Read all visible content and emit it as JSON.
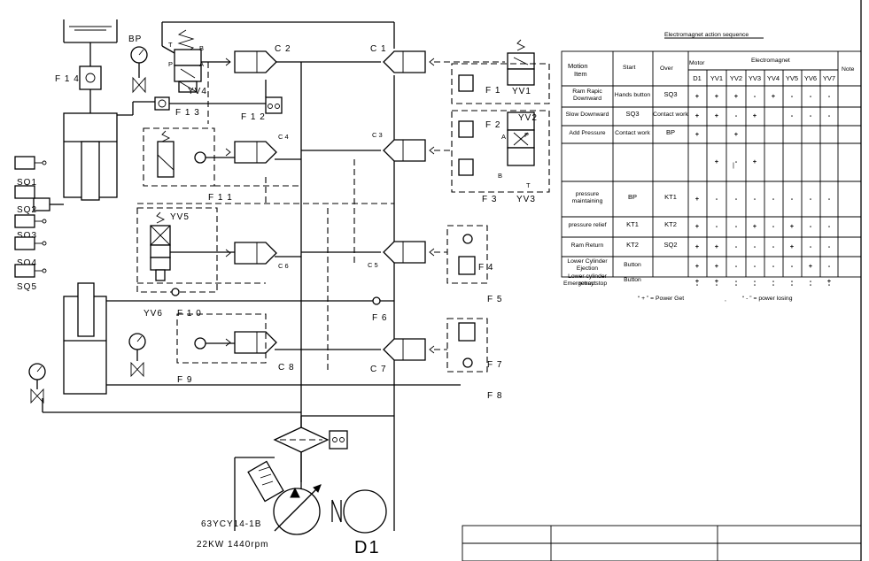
{
  "labels": {
    "F14": "F 1 4",
    "BP_gauge": "BP",
    "YV4": "YV4",
    "F13": "F 1 3",
    "F12": "F 1 2",
    "C2": "C 2",
    "C1": "C 1",
    "C4": "C 4",
    "C3": "C 3",
    "F11": "F 1 1",
    "YV5": "YV5",
    "C6": "C 6",
    "C5": "C 5",
    "YV6": "YV6",
    "F10": "F 1 0",
    "F6": "F 6",
    "C8": "C 8",
    "C7": "C 7",
    "F9": "F 9",
    "F1": "F 1",
    "YV1": "YV1",
    "F2": "F 2",
    "YV2": "YV2",
    "F3": "F 3",
    "YV3": "YV3",
    "F4": "F 4",
    "F5": "F 5",
    "F7": "F 7",
    "F8": "F 8",
    "SQ1": "SQ1",
    "SQ2": "SQ2",
    "SQ3": "SQ3",
    "SQ4": "SQ4",
    "SQ5": "SQ5",
    "port_T": "T",
    "port_B": "B",
    "port_P": "P",
    "port_A": "A",
    "pump_model": "63YCY14-1B",
    "motor_spec": "22KW  1440rpm",
    "motor": "D1"
  },
  "table": {
    "title": "Electromagnet action sequence",
    "head_motion": "Motion",
    "head_item": "Item",
    "head_start": "Start",
    "head_over": "Over",
    "head_motor": "Motor",
    "head_em": "Electromagnet",
    "head_note": "Note",
    "sub_cols": [
      "D1",
      "YV1",
      "YV2",
      "YV3",
      "YV4",
      "YV5",
      "YV6",
      "YV7"
    ],
    "rows": [
      {
        "item": "Ram Rapic Downward",
        "start": "Hands button",
        "over": "SQ3",
        "cells": [
          "+",
          "+",
          "+",
          "-",
          "+",
          "-",
          "-",
          "-"
        ]
      },
      {
        "item": "Slow Downward",
        "start": "SQ3",
        "over": "Contact work",
        "cells": [
          "+",
          "+",
          "-",
          "+",
          "",
          "-",
          "-",
          "-"
        ]
      },
      {
        "item": "Add Pressure",
        "start": "Contact work",
        "over": "BP",
        "cells": [
          "+",
          "",
          "+",
          "",
          "",
          "",
          "",
          ""
        ]
      },
      {
        "item": "",
        "start": "",
        "over": "",
        "cells": [
          "",
          "+",
          "-",
          "+",
          "",
          "",
          "",
          ""
        ]
      },
      {
        "item": "pressure maintaining",
        "start": "BP",
        "over": "KT1",
        "cells": [
          "+",
          "-",
          "-",
          "-",
          "-",
          "-",
          "-",
          "-"
        ]
      },
      {
        "item": "pressure relief",
        "start": "KT1",
        "over": "KT2",
        "cells": [
          "+",
          "-",
          "-",
          "+",
          "-",
          "+",
          "-",
          "-"
        ]
      },
      {
        "item": "Ram Return",
        "start": "KT2",
        "over": "SQ2",
        "cells": [
          "+",
          "+",
          "-",
          "-",
          "-",
          "+",
          "-",
          "-"
        ]
      },
      {
        "item": "Lower Cylinder Ejection",
        "start": "Button",
        "over": "",
        "cells": [
          "+",
          "+",
          "-",
          "-",
          "-",
          "-",
          "+",
          "-"
        ]
      },
      {
        "item": "Lower cylinder retract",
        "start": "Button",
        "over": "",
        "cells": [
          "+",
          "+",
          "-",
          "-",
          "-",
          "-",
          "-",
          "+"
        ]
      },
      {
        "item": "Emergency stop",
        "start": "",
        "over": "",
        "cells": [
          "-",
          "-",
          "-",
          "-",
          "-",
          "-",
          "-",
          "-"
        ]
      }
    ],
    "extra_mark": "|",
    "legend_plus": "“ + ”  = Power Get",
    "legend_sep": ",",
    "legend_minus": "“ - ”  = power losing"
  }
}
